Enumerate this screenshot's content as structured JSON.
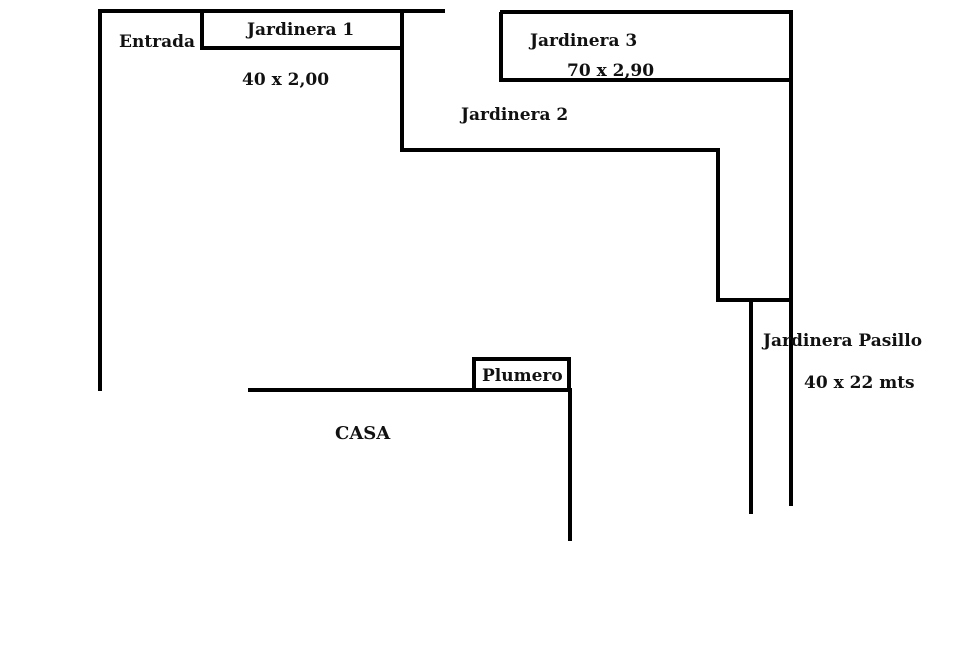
{
  "plan": {
    "line_color": "#000000",
    "text_color": "#111111",
    "background": "#ffffff"
  },
  "labels": {
    "entrada": "Entrada",
    "jardinera1": "Jardinera 1",
    "jardinera1_size": "40 x 2,00",
    "jardinera2": "Jardinera 2",
    "jardinera3": "Jardinera 3",
    "jardinera3_size": "70 x 2,90",
    "pasillo": "Jardinera Pasillo",
    "pasillo_size": "40 x 22 mts",
    "plumero": "Plumero",
    "casa": "CASA"
  }
}
